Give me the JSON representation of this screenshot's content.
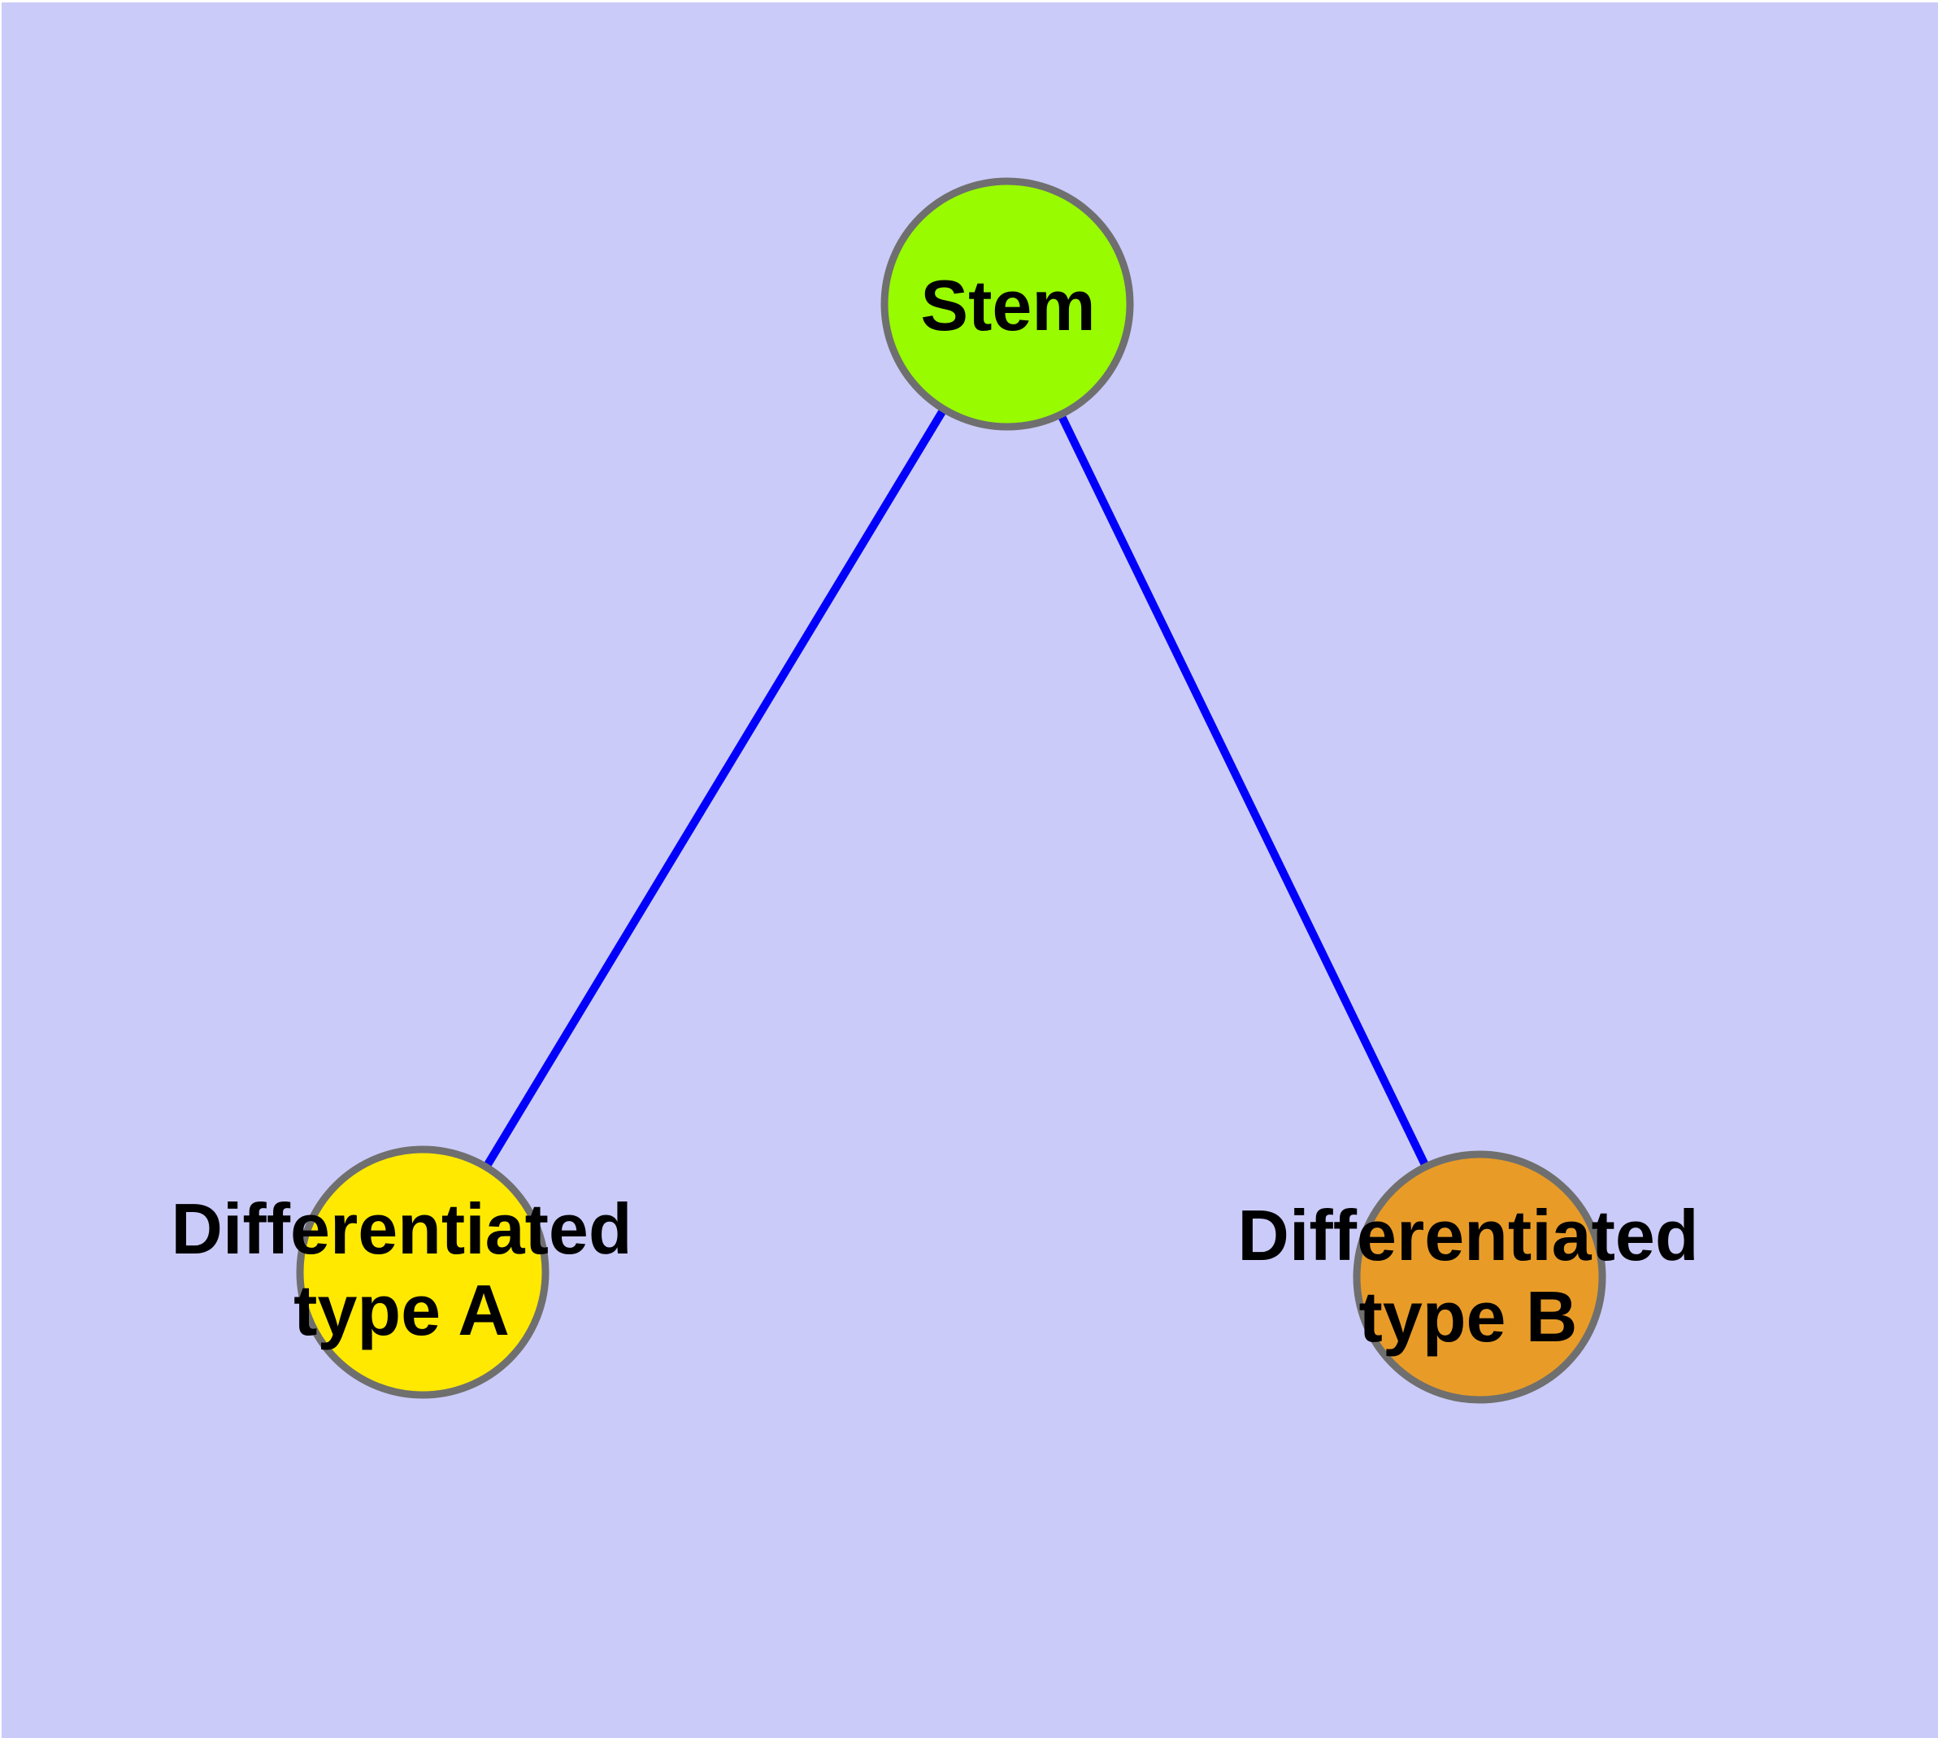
{
  "diagram": {
    "type": "graph",
    "description": "Cell differentiation tree: a stem node with two differentiated child types",
    "nodes": [
      {
        "id": "stem",
        "label": "Stem",
        "fill": "#98FB00",
        "shape": "circle"
      },
      {
        "id": "typeA",
        "label": "Differentiated\ntype A",
        "fill": "#FFE900",
        "shape": "circle"
      },
      {
        "id": "typeB",
        "label": "Differentiated\ntype B",
        "fill": "#E89C27",
        "shape": "circle"
      }
    ],
    "edges": [
      {
        "from": "stem",
        "to": "typeA"
      },
      {
        "from": "stem",
        "to": "typeB"
      }
    ]
  },
  "colors": {
    "background": "#CBCBF9",
    "page_margin": "#FFFFFF",
    "node_border": "#6F6F6F",
    "edge": "#0000FB",
    "label_text": "#000000"
  }
}
